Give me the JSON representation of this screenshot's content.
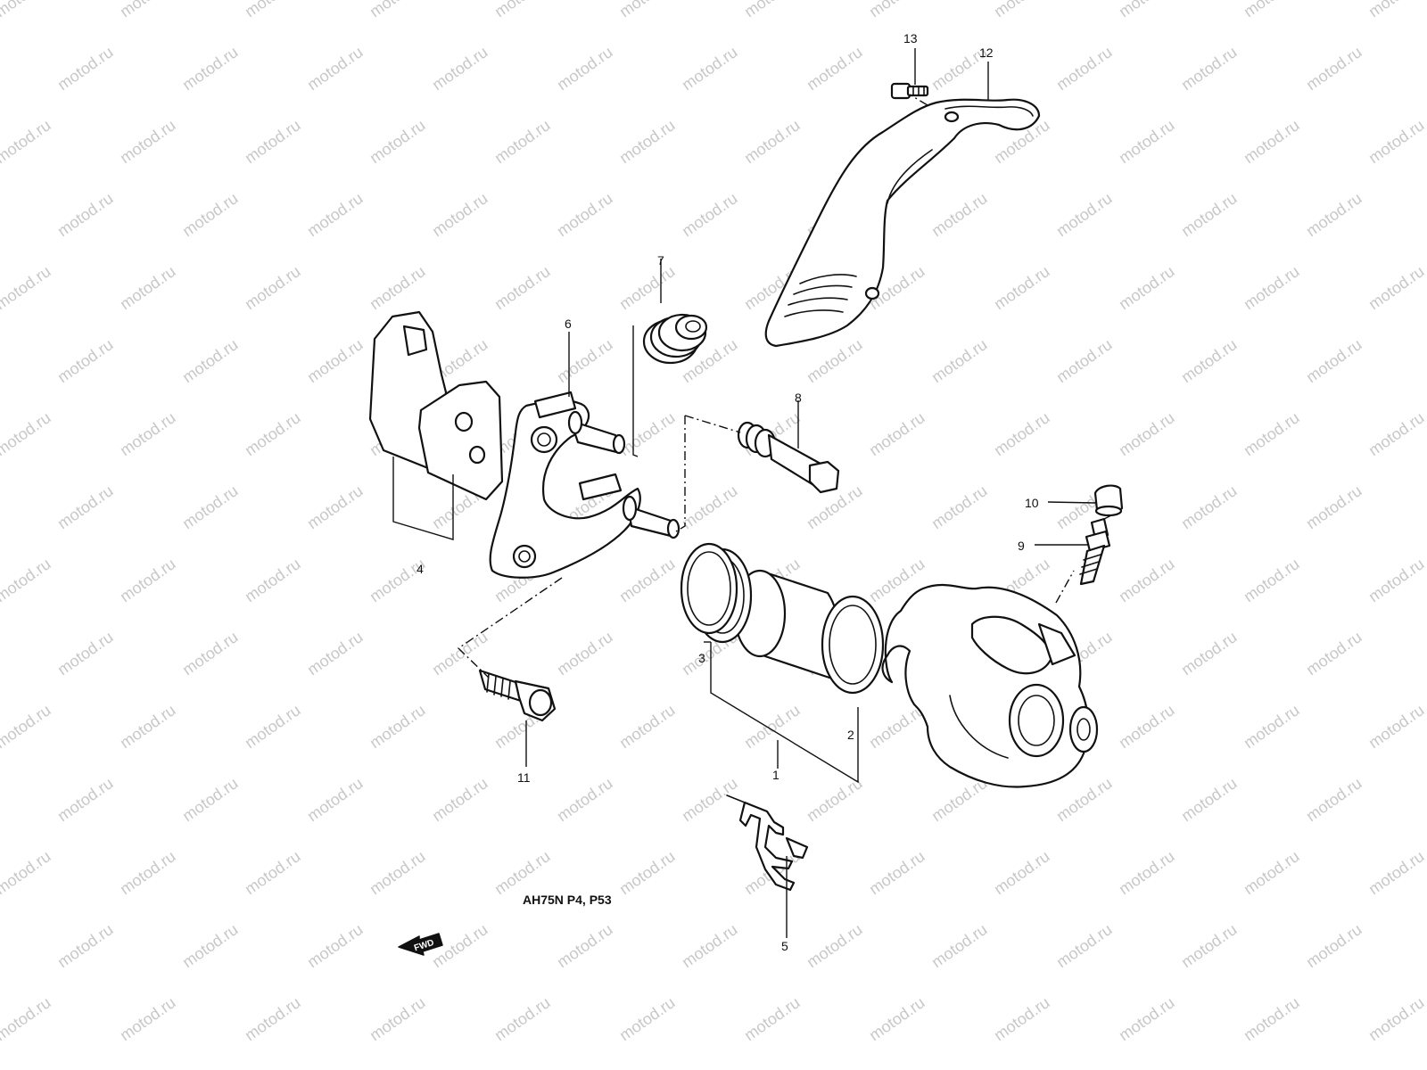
{
  "watermark": "motod.ru",
  "note": "AH75N P4, P53",
  "fwd_label": "FWD",
  "callouts": {
    "c1": "1",
    "c2": "2",
    "c3": "3",
    "c4": "4",
    "c5": "5",
    "c6": "6",
    "c7": "7",
    "c8": "8",
    "c9": "9",
    "c10": "10",
    "c11": "11",
    "c12": "12",
    "c13": "13"
  },
  "colors": {
    "ink": "#111111",
    "paper": "#ffffff",
    "watermark": "#c8c8c8"
  }
}
